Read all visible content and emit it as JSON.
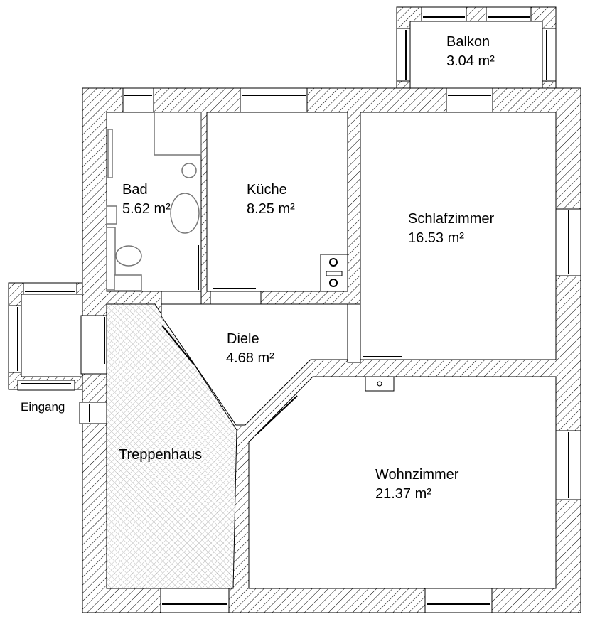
{
  "title": "Grundriss",
  "rooms": [
    {
      "name": "Balkon",
      "area": "3.04 m²"
    },
    {
      "name": "Bad",
      "area": "5.62 m²"
    },
    {
      "name": "Küche",
      "area": "8.25 m²"
    },
    {
      "name": "Schlafzimmer",
      "area": "16.53 m²"
    },
    {
      "name": "Diele",
      "area": "4.68 m²"
    },
    {
      "name": "Wohnzimmer",
      "area": "21.37 m²"
    },
    {
      "name": "Treppenhaus"
    },
    {
      "name": "Eingang"
    }
  ],
  "colors": {
    "wall_hatch": "#000000",
    "background": "#ffffff",
    "fixture": "#777777"
  }
}
